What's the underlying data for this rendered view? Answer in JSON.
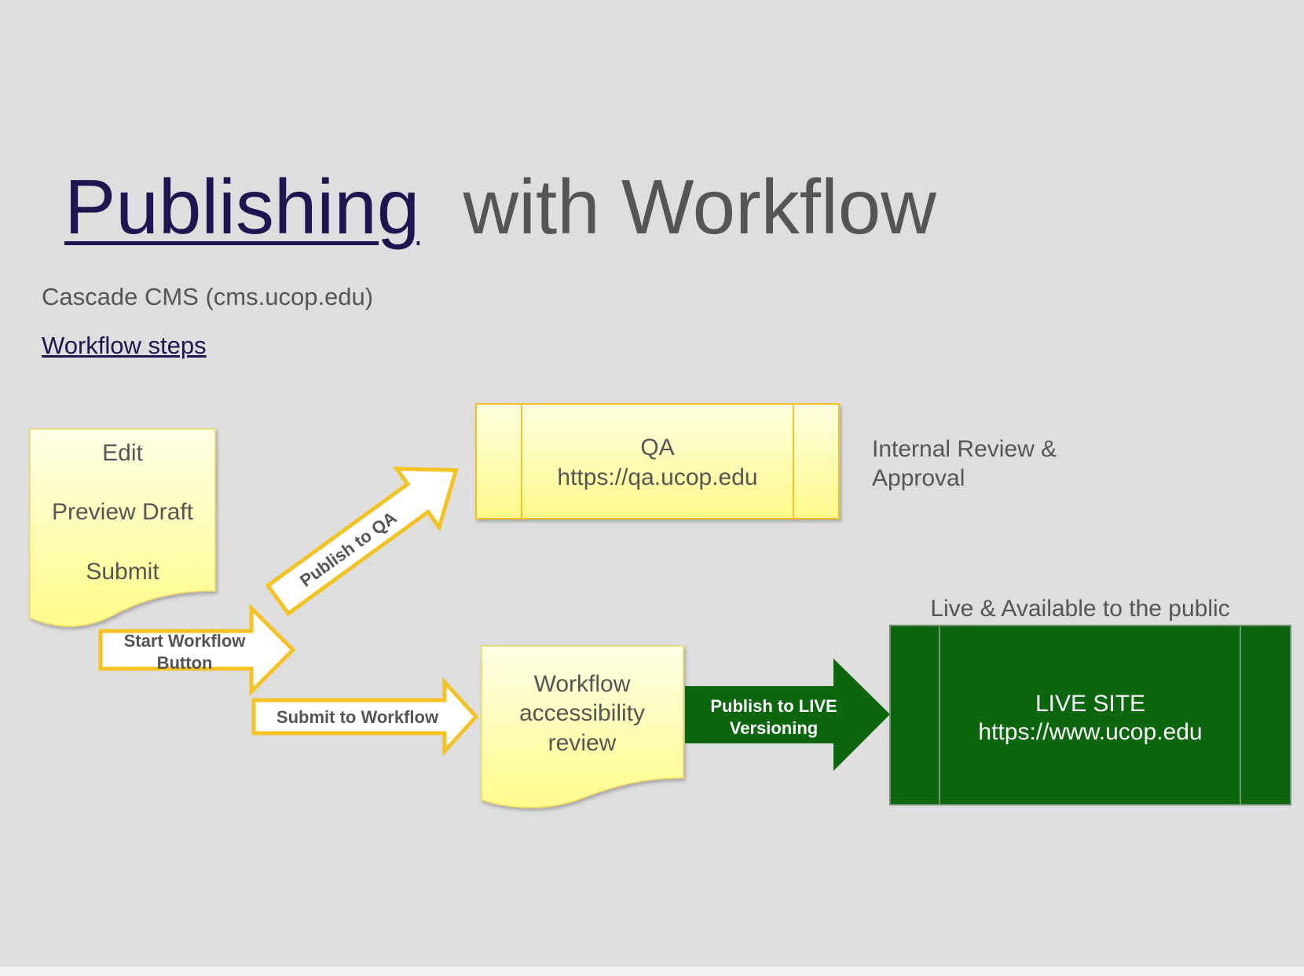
{
  "title": {
    "link_word": "Publishing",
    "rest": "with Workflow"
  },
  "subtitle": "Cascade CMS (cms.ucop.edu)",
  "workflow_link": "Workflow steps",
  "edit_box": {
    "line1": "Edit",
    "line2": "Preview Draft",
    "line3": "Submit"
  },
  "qa_box": {
    "line1": "QA",
    "line2": "https://qa.ucop.edu"
  },
  "internal_review": {
    "line1": "Internal Review &",
    "line2": "Approval"
  },
  "live_caption": "Live & Available to the public",
  "live_box": {
    "line1": "LIVE SITE",
    "line2": "https://www.ucop.edu"
  },
  "review_box": {
    "line1": "Workflow",
    "line2": "accessibility",
    "line3": "review"
  },
  "arrows": {
    "publish_qa": "Publish to QA",
    "start_workflow_1": "Start Workflow",
    "start_workflow_2": "Button",
    "submit_workflow": "Submit to Workflow",
    "publish_live_1": "Publish to LIVE",
    "publish_live_2": "Versioning"
  },
  "colors": {
    "background": "#dedede",
    "title_link": "#1f1550",
    "text_gray": "#555555",
    "yellow_top": "#fefee2",
    "yellow_bottom": "#fffb8f",
    "arrow_border": "#f3c223",
    "live_green": "#0b660d"
  }
}
